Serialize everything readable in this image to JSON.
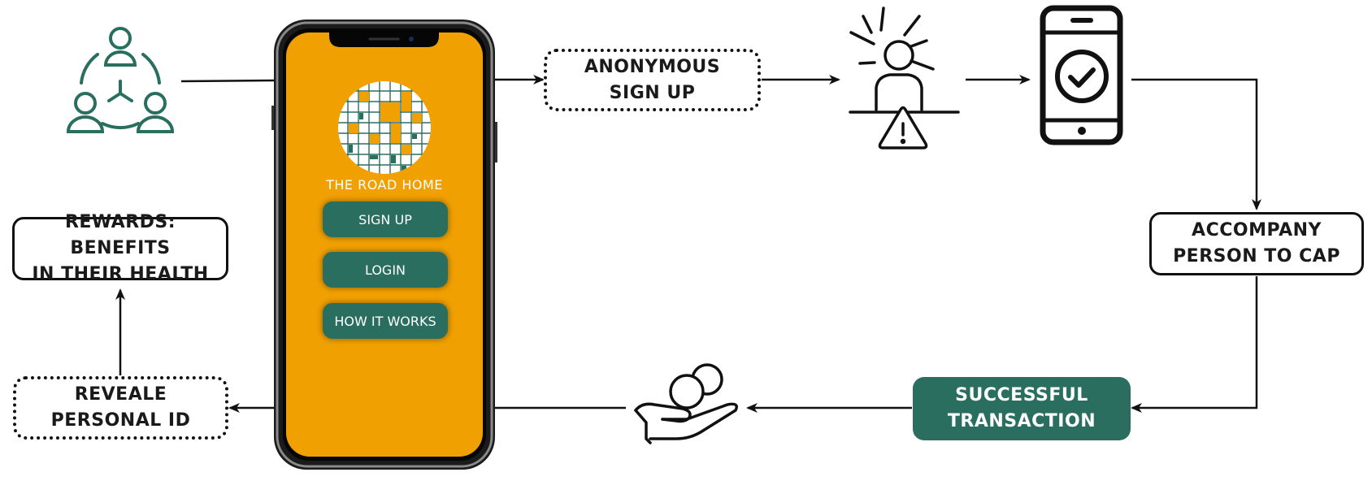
{
  "app": {
    "title": "THE ROAD HOME",
    "buttons": {
      "sign_up": "SIGN UP",
      "login": "LOGIN",
      "how_it_works": "HOW IT WORKS"
    }
  },
  "nodes": {
    "anonymous_sign_up": [
      "ANONYMOUS",
      "SIGN UP"
    ],
    "accompany": [
      "ACCOMPANY",
      "PERSON TO CAP"
    ],
    "successful_transaction": [
      "SUCCESSFUL",
      "TRANSACTION"
    ],
    "reveal_id": [
      "REVEALE",
      "PERSONAL ID"
    ],
    "rewards": [
      "REWARDS: BENEFITS",
      "IN THEIR HEALTH"
    ]
  },
  "icons": {
    "community": "people-network-icon",
    "alert_person": "person-alert-icon",
    "phone_check": "phone-check-icon",
    "giving_hand": "hand-coins-icon"
  },
  "colors": {
    "accent_green": "#2a6e60",
    "screen_orange": "#f0a000",
    "line": "#111111"
  }
}
